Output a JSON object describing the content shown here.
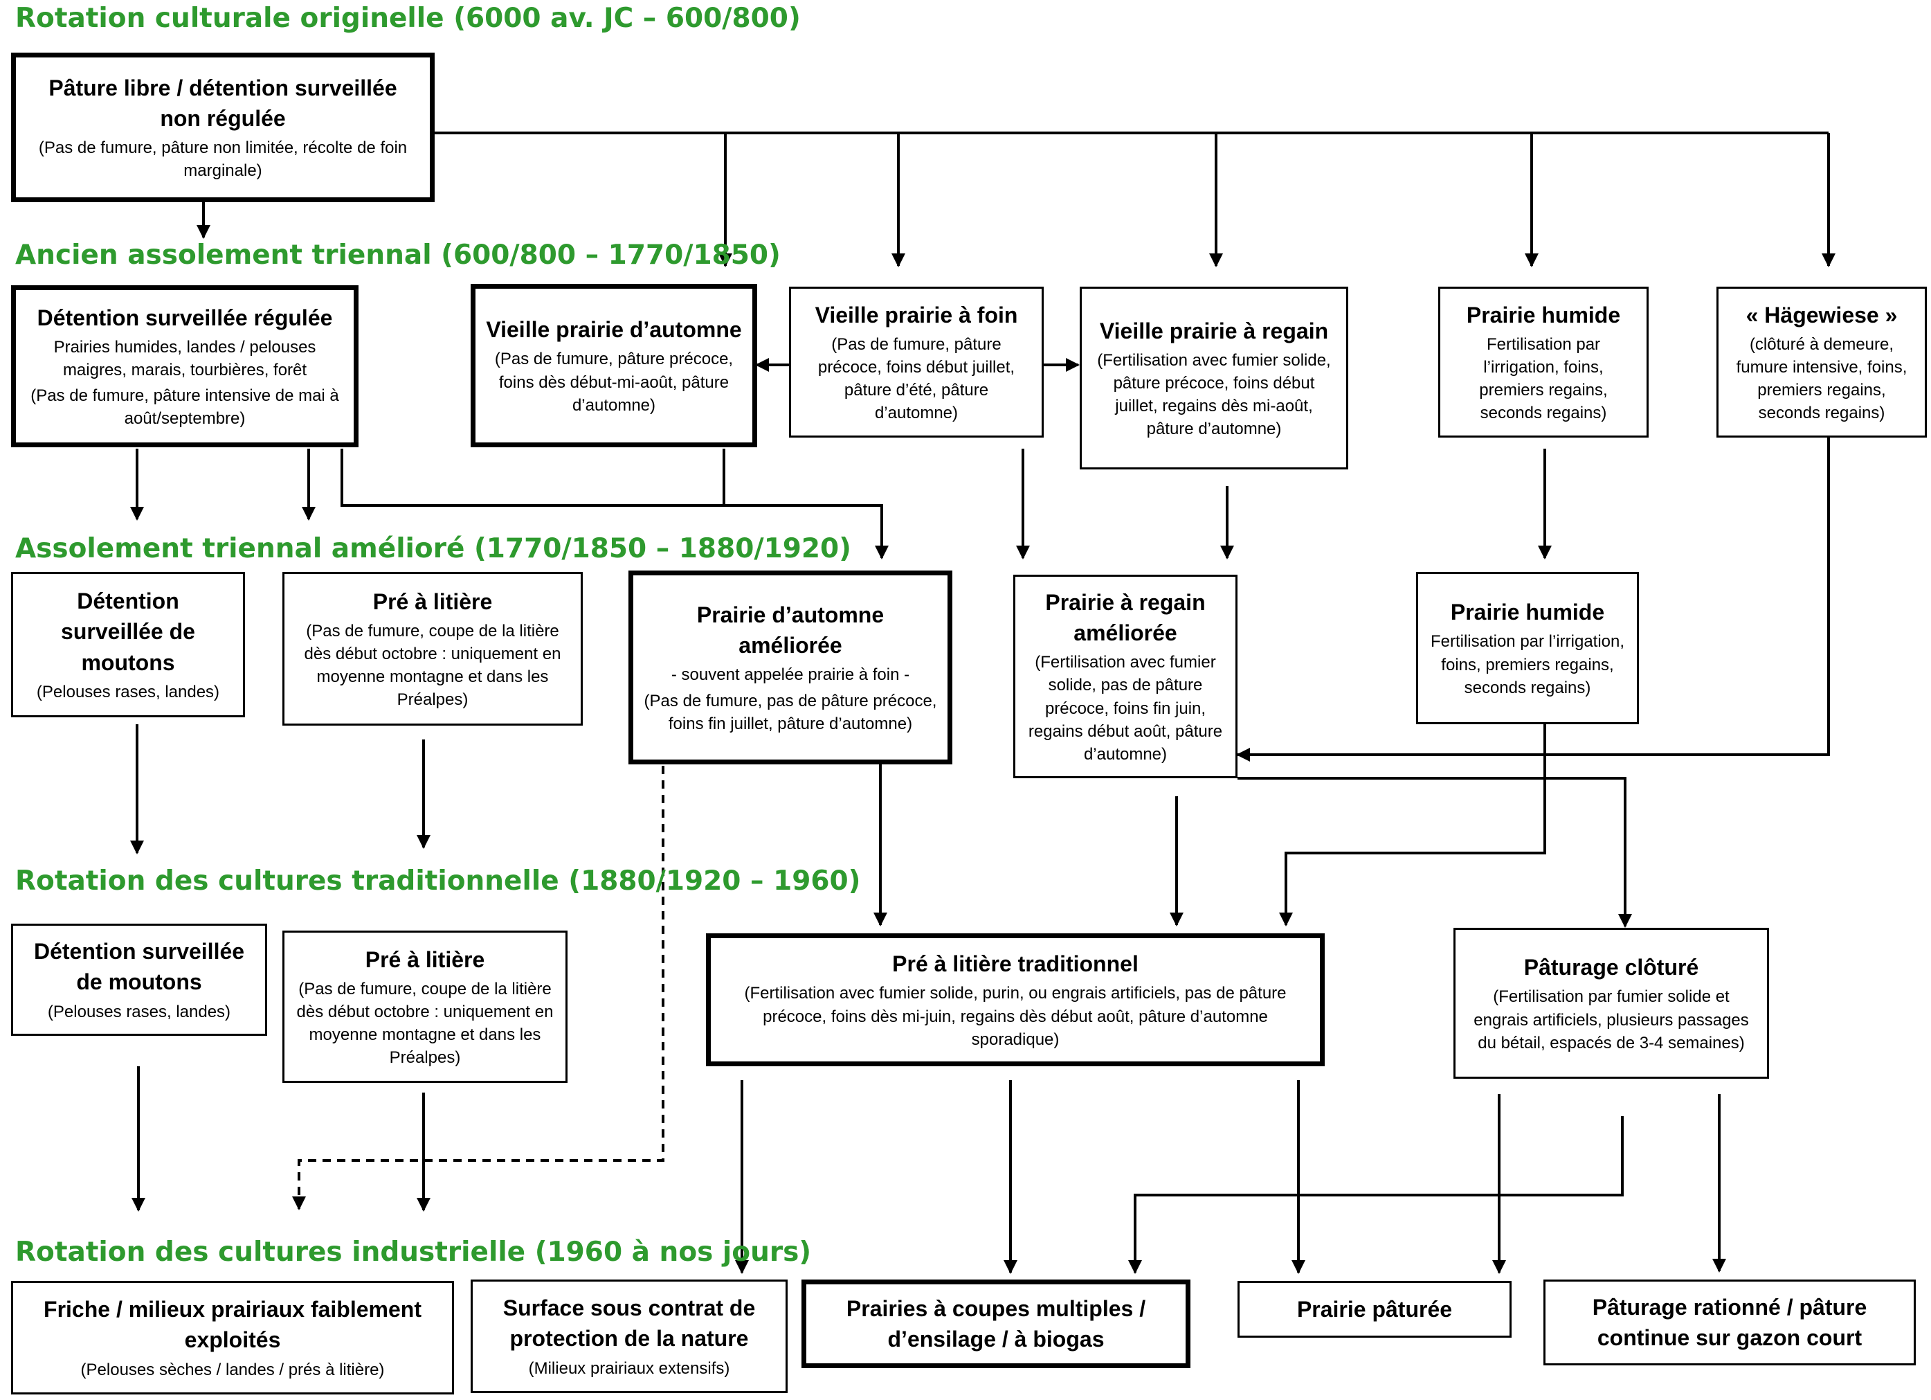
{
  "eras": [
    "Rotation culturale originelle (6000 av. JC – 600/800)",
    "Ancien assolement triennal (600/800 – 1770/1850)",
    "Assolement triennal amélioré (1770/1850 – 1880/1920)",
    "Rotation des cultures traditionnelle (1880/1920 – 1960)",
    "Rotation des cultures industrielle (1960 à nos jours)"
  ],
  "colors": {
    "era_heading": "#2e9a2e",
    "line": "#000000"
  },
  "boxes": {
    "paturelibre": {
      "title": "Pâture libre / détention surveillée non régulée",
      "desc": "(Pas de fumure, pâture non limitée, récolte de foin marginale)"
    },
    "detentionreg": {
      "title": "Détention surveillée régulée",
      "desc": "Prairies humides, landes / pelouses maigres, marais, tourbières, forêt",
      "desc2": "(Pas de fumure, pâture intensive de mai à août/septembre)"
    },
    "vieilleautomne": {
      "title": "Vieille prairie d’automne",
      "desc": "(Pas de fumure, pâture précoce, foins dès début-mi-août, pâture d’automne)"
    },
    "vieillefoin": {
      "title": "Vieille prairie à foin",
      "desc": "(Pas de fumure, pâture précoce, foins début juillet, pâture d’été, pâture d’automne)"
    },
    "vieilleregain": {
      "title": "Vieille prairie à regain",
      "desc": "(Fertilisation avec fumier solide, pâture précoce, foins début juillet, regains dès mi-août, pâture d’automne)"
    },
    "prairiehumide1": {
      "title": "Prairie humide",
      "desc": "Fertilisation par l’irrigation, foins, premiers regains, seconds regains)"
    },
    "hagewiese": {
      "title": "« Hägewiese »",
      "desc": "(clôturé à demeure, fumure intensive, foins, premiers regains, seconds regains)"
    },
    "moutons1": {
      "title": "Détention surveillée de moutons",
      "desc": "(Pelouses rases, landes)"
    },
    "litiere1": {
      "title": "Pré à litière",
      "desc": "(Pas de fumure, coupe de la litière dès début octobre : uniquement en moyenne montagne et dans les Préalpes)"
    },
    "automneamel": {
      "title": "Prairie d’automne améliorée",
      "sub": "- souvent appelée prairie à foin -",
      "desc": "(Pas de fumure, pas de pâture précoce, foins fin juillet, pâture d’automne)"
    },
    "regainamel": {
      "title": "Prairie à regain améliorée",
      "desc": "(Fertilisation avec fumier solide, pas de pâture précoce, foins fin juin, regains début août, pâture d’automne)"
    },
    "prairiehumide2": {
      "title": "Prairie humide",
      "desc": "Fertilisation par l’irrigation, foins, premiers regains, seconds regains)"
    },
    "moutons2": {
      "title": "Détention surveillée de moutons",
      "desc": "(Pelouses rases, landes)"
    },
    "litiere2": {
      "title": "Pré à litière",
      "desc": "(Pas de fumure, coupe de la litière dès début octobre : uniquement en moyenne montagne et dans les Préalpes)"
    },
    "litieretrad": {
      "title": "Pré à litière traditionnel",
      "desc": "(Fertilisation avec fumier solide, purin, ou engrais artificiels, pas de pâture précoce, foins dès mi-juin, regains dès début août, pâture d’automne sporadique)"
    },
    "paturagecloture": {
      "title": "Pâturage clôturé",
      "desc": "(Fertilisation par fumier solide et engrais artificiels, plusieurs passages du bétail, espacés de 3-4 semaines)"
    },
    "friche": {
      "title": "Friche / milieux prairiaux faiblement exploités",
      "desc": "(Pelouses sèches / landes / prés à litière)"
    },
    "contrat": {
      "title": "Surface sous contrat de protection de la nature",
      "desc": "(Milieux prairiaux extensifs)"
    },
    "coupes": {
      "title": "Prairies à coupes multiples / d’ensilage / à biogas"
    },
    "paturee": {
      "title": "Prairie pâturée"
    },
    "rationne": {
      "title": "Pâturage rationné / pâture continue sur gazon court"
    }
  }
}
